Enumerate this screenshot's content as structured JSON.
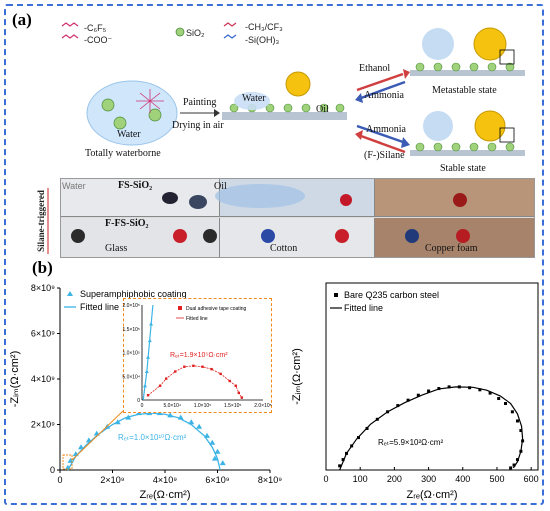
{
  "panel_a": {
    "label": "(a)",
    "legend": {
      "c6f5": "-C₆F₅",
      "coo": "-COO⁻",
      "sio2": "SiO₂",
      "ch3cf3": "-CH₃/CF₃",
      "sioh3": "-Si(OH)₃"
    },
    "waterborne_label": "Totally waterborne",
    "water_in_drop": "Water",
    "painting": "Painting",
    "drying": "Drying in air",
    "water": "Water",
    "oil": "Oil",
    "ethanol": "Ethanol",
    "ammonia_top": "Ammonia",
    "ammonia_bottom": "Ammonia",
    "silane": "(F-)Silane",
    "metastable": "Metastable state",
    "stable": "Stable state",
    "silane_triggered": "Silane-triggered",
    "photo_row1": {
      "water": "Water",
      "fs": "FS-SiO₂",
      "oil": "Oil"
    },
    "photo_row2": {
      "ffs": "F-FS-SiO₂",
      "glass": "Glass",
      "cotton": "Cotton",
      "foam": "Copper foam"
    }
  },
  "panel_b": {
    "label": "(b)"
  },
  "colors": {
    "accent_blue": "#3cb4e6",
    "red": "#e02020",
    "orange": "#f08a1c",
    "frame": "#3a6fd8"
  },
  "chart_data": [
    {
      "type": "scatter",
      "xlabel": "Zᵣₑ(Ω·cm²)",
      "ylabel": "-Zᵢₘ(Ω·cm²)",
      "x_ticks": [
        "0",
        "2×10⁹",
        "4×10⁹",
        "6×10⁹",
        "8×10⁹"
      ],
      "y_ticks": [
        "0",
        "2×10⁹",
        "4×10⁹",
        "6×10⁹",
        "8×10⁹"
      ],
      "xlim": [
        0,
        8
      ],
      "ylim": [
        0,
        8
      ],
      "unit_scale": "1e9",
      "legend": [
        "Superamphiphobic coating",
        "Fitted line"
      ],
      "annotation": "Rₑₜ=1.0×10¹⁰Ω·cm²",
      "series": [
        {
          "name": "Superamphiphobic coating",
          "x": [
            0.3,
            0.4,
            0.6,
            0.8,
            1.1,
            1.4,
            1.8,
            2.2,
            2.6,
            3.0,
            3.4,
            3.8,
            4.2,
            4.6,
            5.0,
            5.3,
            5.6,
            5.8,
            6.0,
            5.9,
            6.2
          ],
          "y": [
            0.1,
            0.4,
            0.7,
            1.0,
            1.3,
            1.6,
            1.9,
            2.1,
            2.3,
            2.5,
            2.5,
            2.5,
            2.4,
            2.3,
            2.1,
            1.9,
            1.5,
            1.2,
            0.8,
            0.5,
            0.3
          ]
        },
        {
          "name": "Fitted line",
          "x": [
            0.3,
            0.6,
            1.0,
            1.5,
            2.0,
            2.5,
            3.0,
            3.5,
            4.0,
            4.5,
            5.0,
            5.5,
            5.8,
            6.0,
            6.1
          ],
          "y": [
            0.0,
            0.6,
            1.1,
            1.6,
            2.0,
            2.3,
            2.45,
            2.5,
            2.45,
            2.3,
            2.0,
            1.5,
            1.0,
            0.5,
            0.0
          ]
        }
      ],
      "inset": {
        "legend": [
          "Dual adhesive tape coating",
          "Fitted line"
        ],
        "annotation": "Rₑₜ=1.9×10⁵Ω·cm²",
        "x_ticks": [
          "0",
          "5.0×10⁴",
          "1.0×10⁵",
          "1.5×10⁵",
          "2.0×10⁵"
        ],
        "y_ticks": [
          "0",
          "5.0×10⁴",
          "1.0×10⁵",
          "1.5×10⁵",
          "2.0×10⁵"
        ],
        "series": [
          {
            "name": "Dual adhesive tape coating",
            "x": [
              0.1,
              0.3,
              0.4,
              0.55,
              0.7,
              0.85,
              1.0,
              1.15,
              1.3,
              1.45,
              1.55,
              1.6,
              1.65
            ],
            "y": [
              0.1,
              0.3,
              0.45,
              0.6,
              0.7,
              0.72,
              0.7,
              0.65,
              0.55,
              0.4,
              0.3,
              0.15,
              0.05
            ]
          }
        ]
      }
    },
    {
      "type": "line",
      "xlabel": "Zᵣₑ(Ω·cm²)",
      "ylabel": "-Zᵢₘ(Ω·cm²)",
      "x_ticks": [
        "0",
        "100",
        "200",
        "300",
        "400",
        "500",
        "600"
      ],
      "xlim": [
        0,
        620
      ],
      "ylim": [
        0,
        450
      ],
      "legend": [
        "Bare Q235 carbon steel",
        "Fitted line"
      ],
      "annotation": "Rₑₜ=5.9×10²Ω·cm²",
      "series": [
        {
          "name": "Bare Q235 carbon steel",
          "x": [
            40,
            50,
            60,
            75,
            95,
            120,
            150,
            180,
            210,
            240,
            270,
            300,
            330,
            360,
            390,
            420,
            450,
            480,
            505,
            525,
            545,
            560,
            570,
            575,
            570,
            560,
            550,
            540
          ],
          "y": [
            10,
            25,
            40,
            58,
            78,
            100,
            122,
            140,
            155,
            168,
            180,
            190,
            196,
            200,
            200,
            198,
            193,
            185,
            172,
            160,
            140,
            118,
            95,
            70,
            45,
            25,
            12,
            5
          ]
        },
        {
          "name": "Fitted line",
          "x": [
            40,
            60,
            90,
            130,
            180,
            230,
            280,
            330,
            380,
            430,
            470,
            510,
            540,
            560,
            572,
            575,
            570,
            560,
            548
          ],
          "y": [
            0,
            40,
            75,
            110,
            140,
            162,
            180,
            195,
            200,
            199,
            192,
            178,
            160,
            135,
            105,
            75,
            45,
            20,
            5
          ]
        }
      ]
    }
  ]
}
